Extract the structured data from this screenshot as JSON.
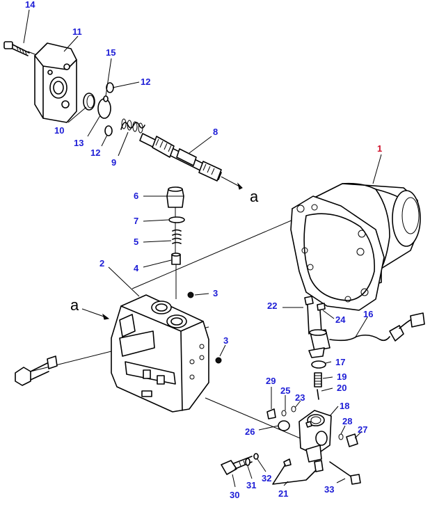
{
  "colors": {
    "label_blue": "#1c1cd6",
    "label_red": "#d0102a",
    "line": "#000000",
    "background": "#ffffff"
  },
  "labels": {
    "p1": "1",
    "p2": "2",
    "p3a": "3",
    "p3b": "3",
    "p4": "4",
    "p5": "5",
    "p6": "6",
    "p7": "7",
    "p8": "8",
    "p9": "9",
    "p10": "10",
    "p11": "11",
    "p12a": "12",
    "p12b": "12",
    "p13": "13",
    "p14": "14",
    "p15": "15",
    "p16": "16",
    "p17": "17",
    "p18": "18",
    "p19": "19",
    "p20": "20",
    "p21": "21",
    "p22": "22",
    "p23": "23",
    "p24": "24",
    "p25": "25",
    "p26": "26",
    "p27": "27",
    "p28": "28",
    "p29": "29",
    "p30": "30",
    "p31": "31",
    "p32": "32",
    "p33": "33"
  },
  "markers": {
    "a_top": "a",
    "a_left": "a"
  }
}
